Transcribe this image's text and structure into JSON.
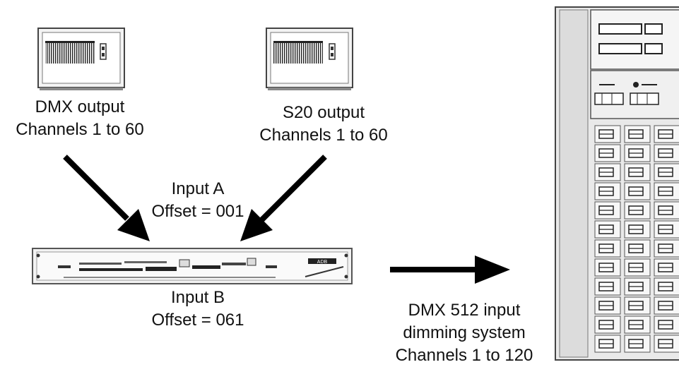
{
  "console_dmx": {
    "line1": "DMX output",
    "line2": "Channels 1 to 60"
  },
  "console_s20": {
    "line1": "S20 output",
    "line2": "Channels 1 to 60"
  },
  "input_a": {
    "line1": "Input A",
    "line2": "Offset = 001"
  },
  "input_b": {
    "line1": "Input B",
    "line2": "Offset = 061"
  },
  "dimmer": {
    "line1": "DMX 512 input",
    "line2": "dimming system",
    "line3": "Channels 1 to 120"
  },
  "merger": {
    "brand": "ADB"
  }
}
